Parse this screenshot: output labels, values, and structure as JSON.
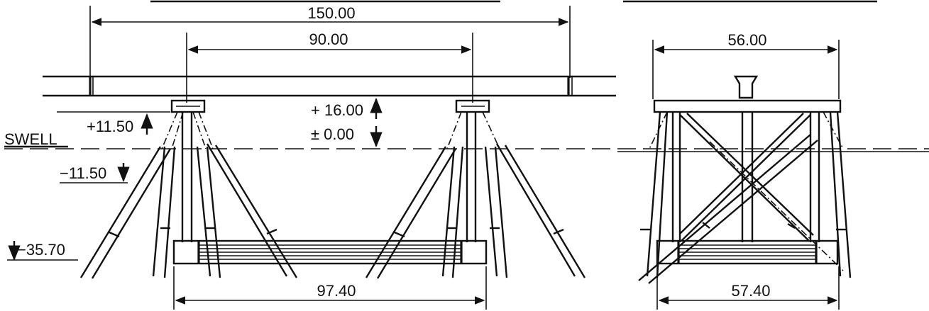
{
  "side_view": {
    "dim_total": "150.00",
    "dim_legs": "90.00",
    "dim_base": "97.40",
    "level_deck": "+ 16.00",
    "level_swell_zero": "± 0.00",
    "level_top_cap": "+11.50",
    "level_brace": "−11.50",
    "level_bottom": "−35.70",
    "swell_label": "SWELL"
  },
  "end_view": {
    "dim_top": "56.00",
    "dim_base": "57.40"
  },
  "colors": {
    "ink": "#111111",
    "paper": "#ffffff"
  }
}
